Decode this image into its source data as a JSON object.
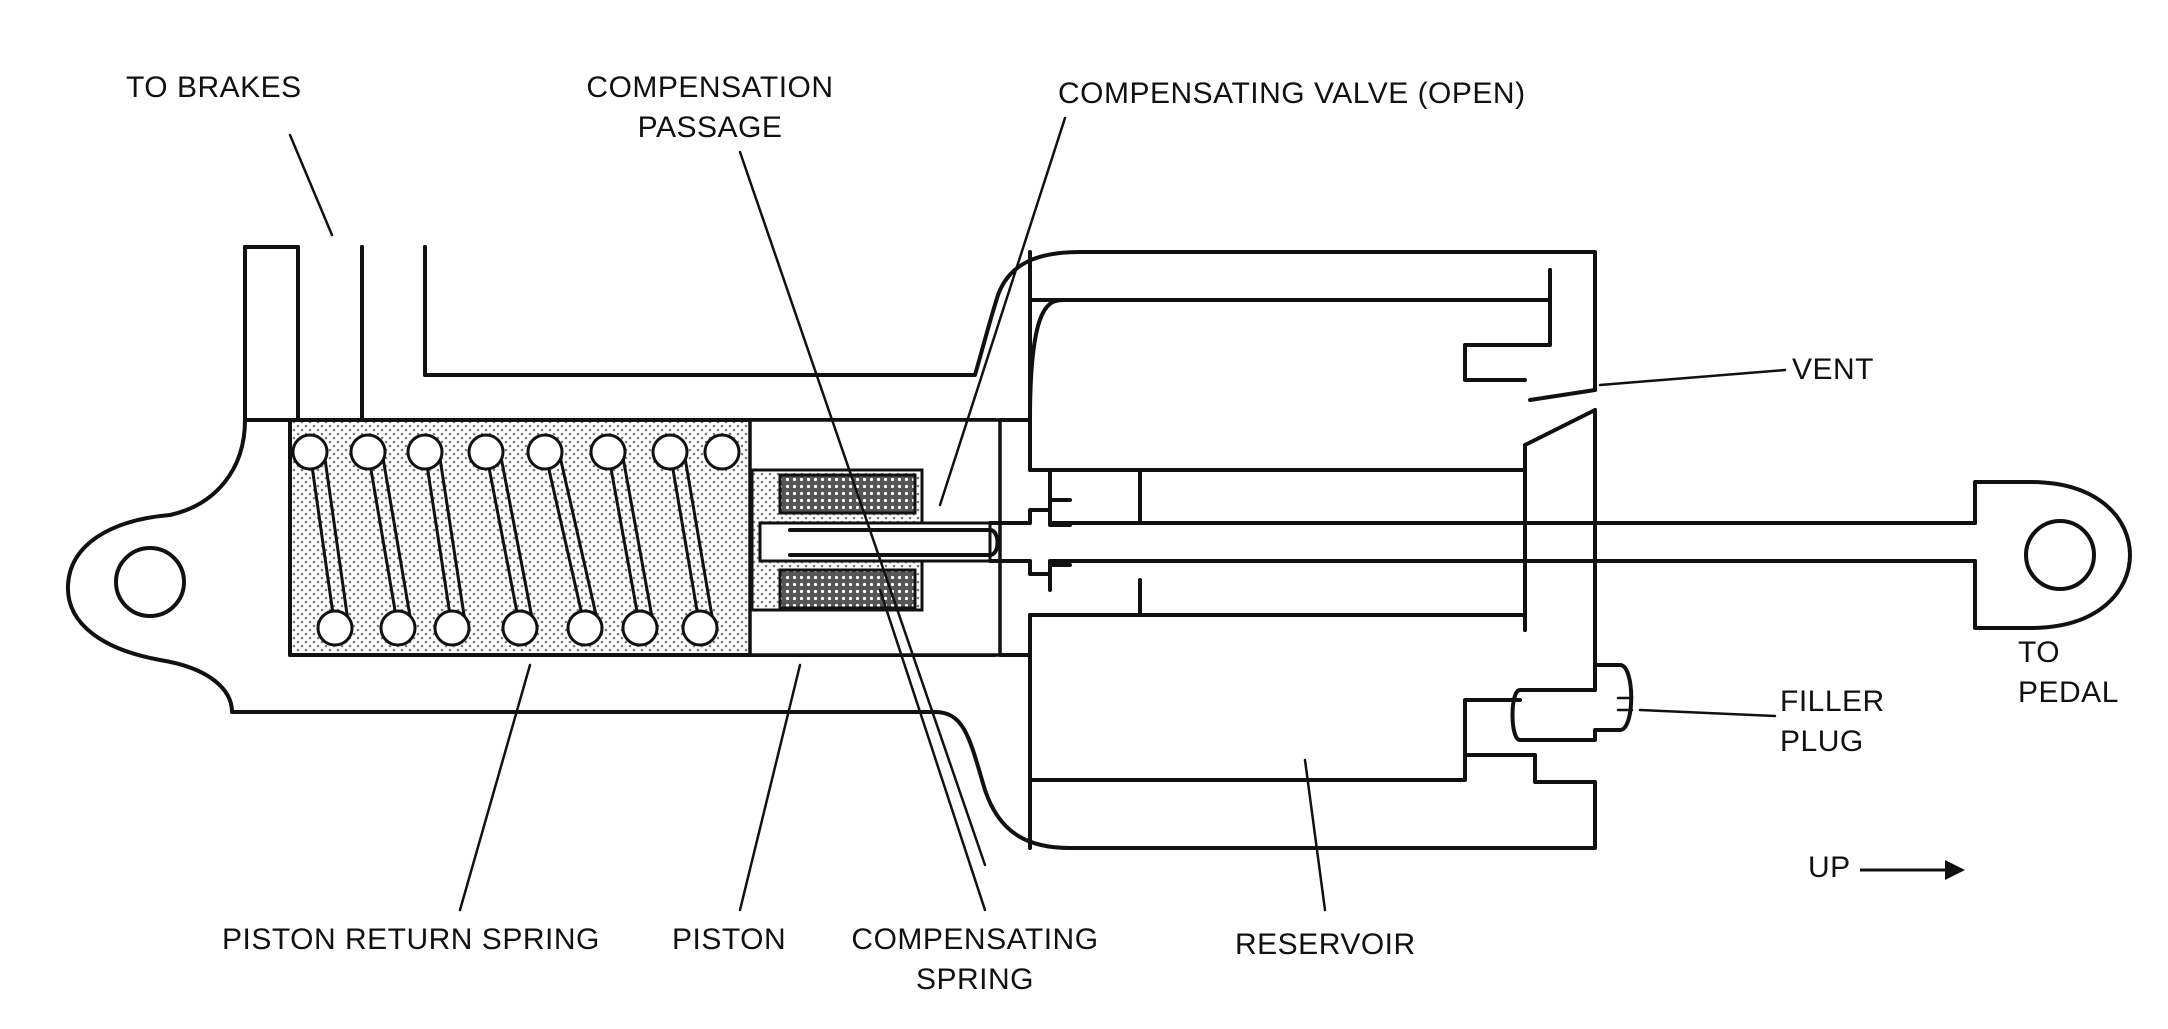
{
  "labels": {
    "to_brakes": "TO BRAKES",
    "compensation_passage_1": "COMPENSATION",
    "compensation_passage_2": "PASSAGE",
    "compensating_valve": "COMPENSATING VALVE (OPEN)",
    "vent": "VENT",
    "to_pedal_1": "TO",
    "to_pedal_2": "PEDAL",
    "filler_plug_1": "FILLER",
    "filler_plug_2": "PLUG",
    "up": "UP",
    "piston_return_spring": "PISTON RETURN SPRING",
    "piston": "PISTON",
    "compensating_spring_1": "COMPENSATING",
    "compensating_spring_2": "SPRING",
    "reservoir": "RESERVOIR"
  },
  "icons": {
    "arrow": "right-arrow-icon",
    "mount_eye": "mounting-eye-icon",
    "pedal_eye": "pedal-eye-icon"
  },
  "colors": {
    "ink": "#111111",
    "background": "#ffffff",
    "fluid_stipple": "#9a9a9a"
  }
}
